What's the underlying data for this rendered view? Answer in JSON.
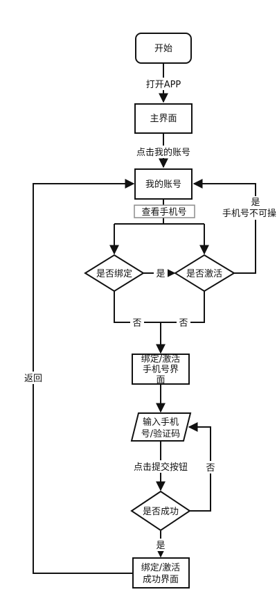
{
  "nodes": {
    "start": "开始",
    "main": "主界面",
    "my_account": "我的账号",
    "view_phone": "查看手机号",
    "is_bound": "是否绑定",
    "is_activated": "是否激活",
    "bind_page": [
      "绑定/激活",
      "手机号界",
      "面"
    ],
    "input": [
      "输入手机",
      "号/验证码"
    ],
    "is_success": "是否成功",
    "success_page": [
      "绑定/激活",
      "成功界面"
    ]
  },
  "edges": {
    "open_app": "打开APP",
    "click_account": "点击我的账号",
    "yes_bound_to_act": "是",
    "no_bound": "否",
    "no_activated": "否",
    "phone_unusable": [
      "是",
      "手机号不可操"
    ],
    "back": "返回",
    "click_submit": "点击提交按钮",
    "fail": "否",
    "success": "是"
  }
}
